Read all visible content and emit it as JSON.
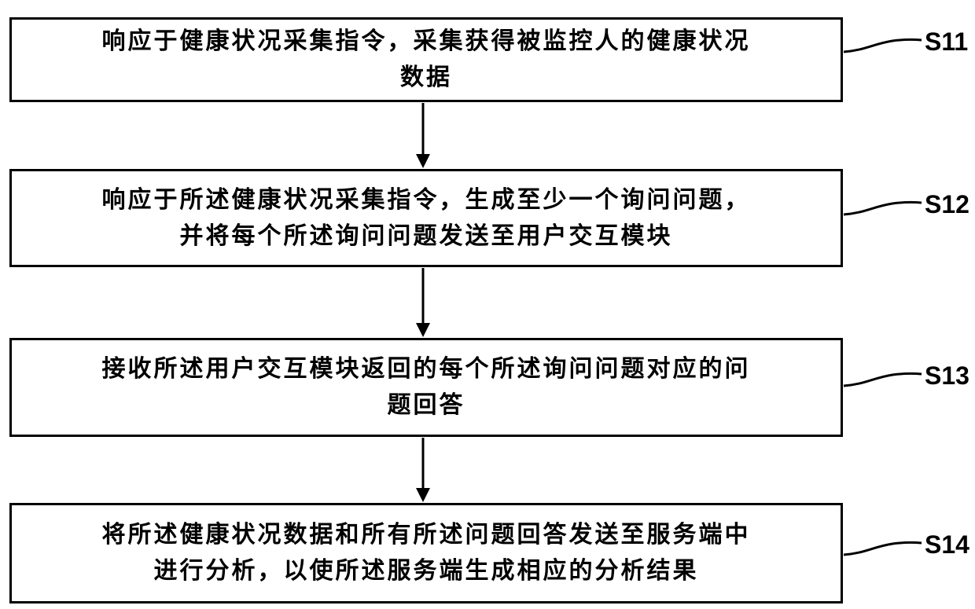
{
  "steps": [
    {
      "id": "S11",
      "line1": "响应于健康状况采集指令，采集获得被监控人的健康状况",
      "line2": "数据"
    },
    {
      "id": "S12",
      "line1": "响应于所述健康状况采集指令，生成至少一个询问问题，",
      "line2": "并将每个所述询问问题发送至用户交互模块"
    },
    {
      "id": "S13",
      "line1": "接收所述用户交互模块返回的每个所述询问问题对应的问",
      "line2": "题回答"
    },
    {
      "id": "S14",
      "line1": "将所述健康状况数据和所有所述问题回答发送至服务端中",
      "line2": "进行分析，以使所述服务端生成相应的分析结果"
    }
  ]
}
